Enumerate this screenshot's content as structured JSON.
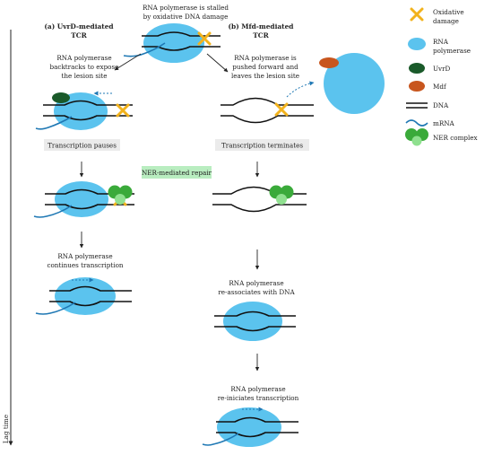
{
  "top_caption": [
    "RNA polymerase is stalled",
    "by oxidative DNA damage"
  ],
  "panel_a": {
    "title": [
      "(a) UvrD-mediated",
      "TCR"
    ],
    "step1": [
      "RNA polymerase",
      "backtracks to expose",
      "the lesion site"
    ],
    "box": "Transcription pauses",
    "step2": [
      "RNA polymerase",
      "continues transcription"
    ]
  },
  "panel_b": {
    "title": [
      "(b) Mfd-mediated",
      "TCR"
    ],
    "step1": [
      "RNA polymerase is",
      "pushed forward and",
      "leaves the lesion site"
    ],
    "box": "Transcription terminates",
    "step2": [
      "RNA polymerase",
      "re-associates with DNA"
    ],
    "step3": [
      "RNA polymerase",
      "re-iniciates transcription"
    ]
  },
  "center_box": "NER-mediated repair",
  "time_axis_label": "Lag time",
  "legend": {
    "oxidative": [
      "Oxidative",
      "damage"
    ],
    "rnap": [
      "RNA",
      "polymerase"
    ],
    "uvrd": "UvrD",
    "mdf": "Mdf",
    "dna": "DNA",
    "mrna": "mRNA",
    "ner": "NER complex"
  },
  "colors": {
    "rnap": "#5bc3ee",
    "uvrd": "#1a5a2a",
    "mdf": "#c8561e",
    "ner_dark": "#3aaa3a",
    "ner_light": "#8fe08f",
    "damage": "#f2b21c",
    "mrna": "#1f78b4",
    "box_grey": "#ebebeb",
    "box_green": "#b9edc0"
  }
}
